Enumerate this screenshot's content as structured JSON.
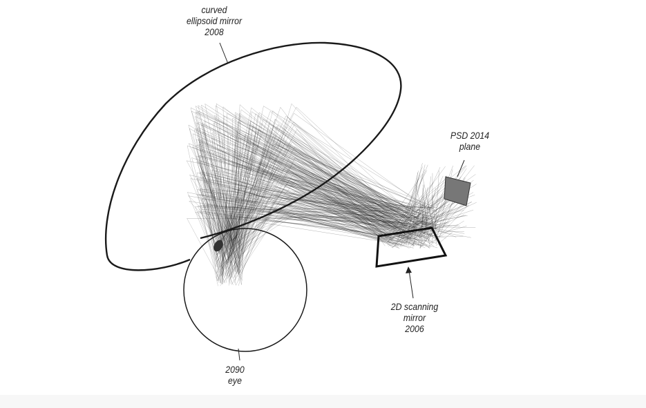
{
  "labels": {
    "mirror": {
      "line1": "curved",
      "line2": "ellipsoid mirror",
      "line3": "2008"
    },
    "psd": {
      "line1": "PSD 2014",
      "line2": "plane"
    },
    "scanning": {
      "line1": "2D scanning",
      "line2": "mirror",
      "line3": "2006"
    },
    "eye": {
      "line1": "2090",
      "line2": "eye"
    }
  },
  "colors": {
    "ink": "#1a1a1a",
    "psd_fill": "#777777"
  }
}
